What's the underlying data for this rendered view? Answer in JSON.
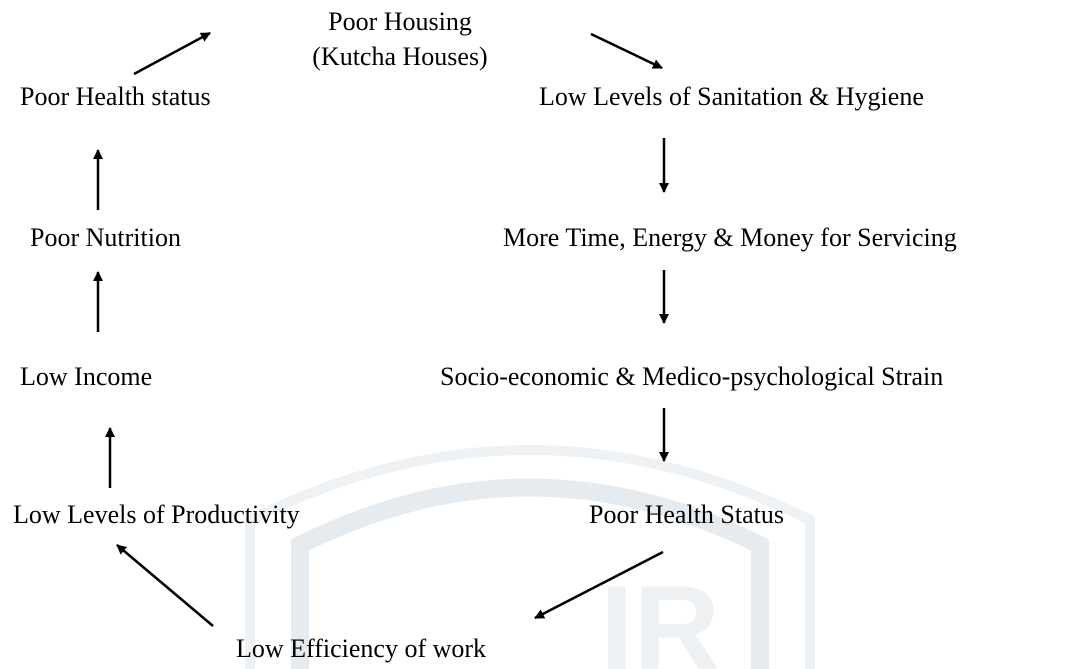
{
  "nodes": {
    "poor_housing_line1": "Poor Housing",
    "poor_housing_line2": "(Kutcha Houses)",
    "low_sanitation": "Low Levels of Sanitation & Hygiene",
    "more_time": "More Time, Energy & Money for Servicing",
    "socio_economic": "Socio-economic & Medico-psychological Strain",
    "poor_health_status_right": "Poor Health Status",
    "low_efficiency": "Low Efficiency of work",
    "low_productivity": "Low Levels of Productivity",
    "low_income": "Low Income",
    "poor_nutrition": "Poor Nutrition",
    "poor_health_status_left": "Poor Health status"
  },
  "colors": {
    "text": "#000000",
    "arrow": "#000000",
    "watermark": "#e6ebf0"
  }
}
